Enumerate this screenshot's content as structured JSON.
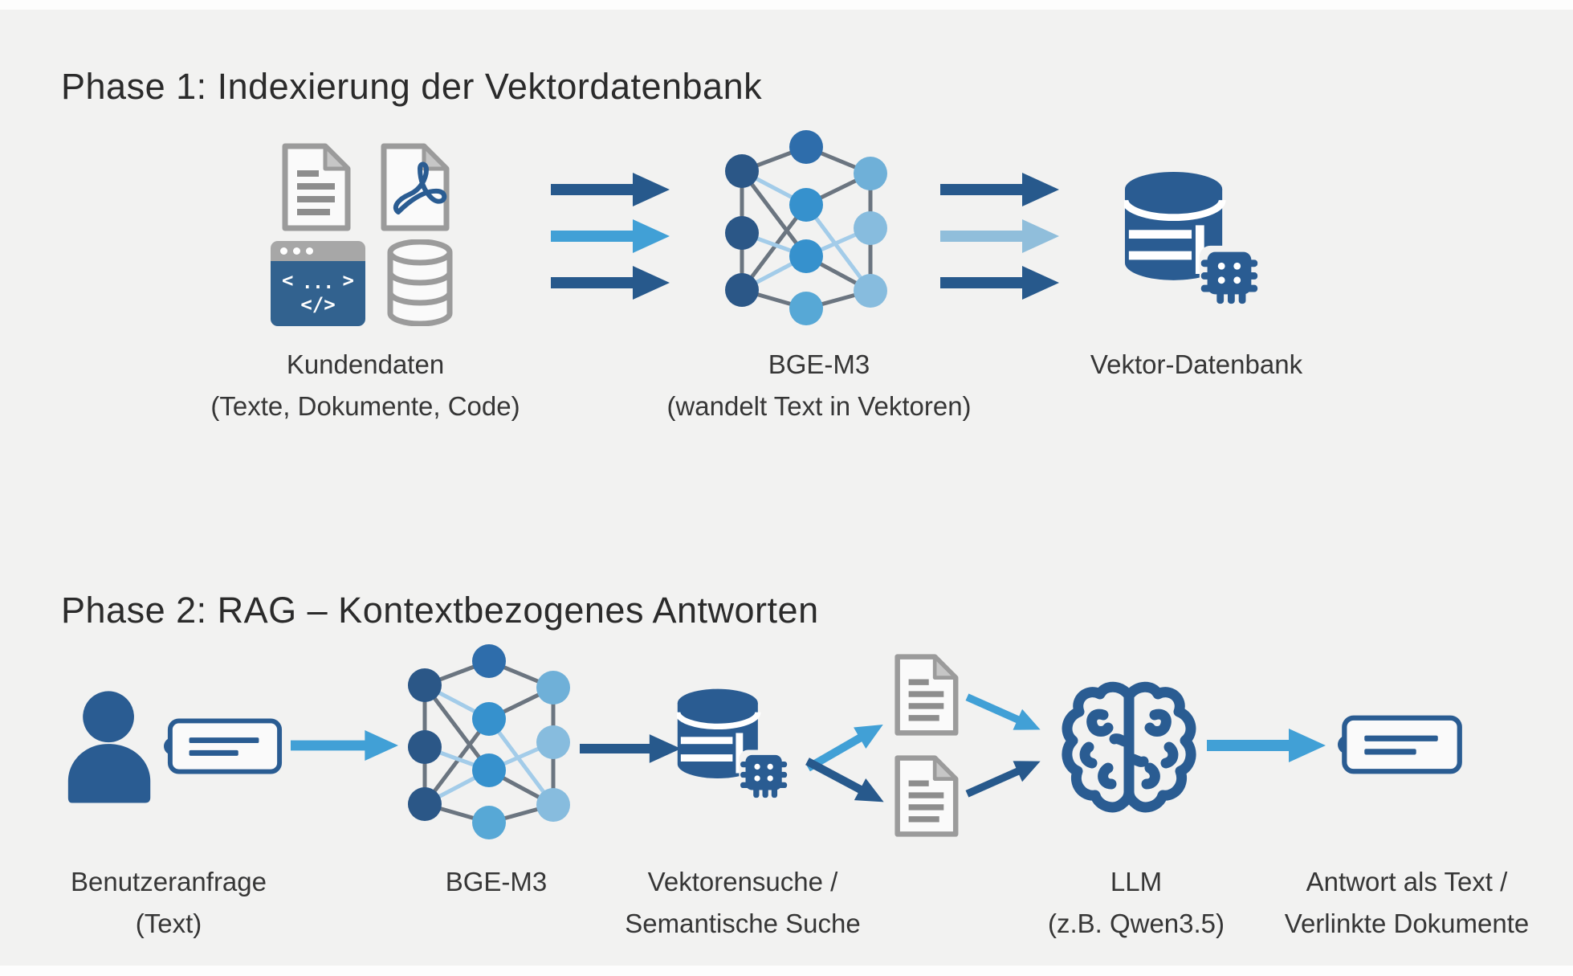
{
  "colors": {
    "background": "#f2f2f1",
    "strip_white": "#fdfdfd",
    "title_text": "#2b2b2b",
    "label_text": "#363636",
    "arrow_dark": "#27598c",
    "arrow_light": "#41a0d6",
    "arrow_pale": "#90bedb",
    "db_blue": "#2a5c92",
    "node_navy": "#2b5787",
    "node_blue_top": "#2e6dab",
    "node_blue": "#3691cd",
    "node_blue_soft": "#57a8d6",
    "node_light1": "#6fb0d8",
    "node_light2": "#87bcde",
    "edge_gray": "#6b7580",
    "edge_light": "#a3cce9",
    "icon_gray": "#9b9b9b",
    "icon_gray_fill": "#fafafa",
    "icon_fold": "#c6c6c6",
    "icon_line_gray": "#8d8d8d",
    "code_header": "#a7a7a7",
    "code_body": "#32628f"
  },
  "phase1": {
    "title": "Phase 1: Indexierung der Vektordatenbank",
    "source": {
      "label_line1": "Kundendaten",
      "label_line2": "(Texte, Dokumente, Code)"
    },
    "encoder": {
      "label_line1": "BGE-M3",
      "label_line2": "(wandelt Text in Vektoren)"
    },
    "database": {
      "label_line1": "Vektor-Datenbank"
    }
  },
  "phase2": {
    "title": "Phase 2: RAG – Kontextbezogenes Antworten",
    "query": {
      "label_line1": "Benutzeranfrage",
      "label_line2": "(Text)"
    },
    "encoder": {
      "label_line1": "BGE-M3"
    },
    "search": {
      "label_line1": "Vektorensuche /",
      "label_line2": "Semantische Suche"
    },
    "llm": {
      "label_line1": "LLM",
      "label_line2": "(z.B. Qwen3.5)"
    },
    "answer": {
      "label_line1": "Antwort als Text /",
      "label_line2": "Verlinkte Dokumente"
    }
  },
  "code_window": {
    "line1_open": "<",
    "line1_dots": "...",
    "line1_close": ">",
    "line2": "</>"
  }
}
